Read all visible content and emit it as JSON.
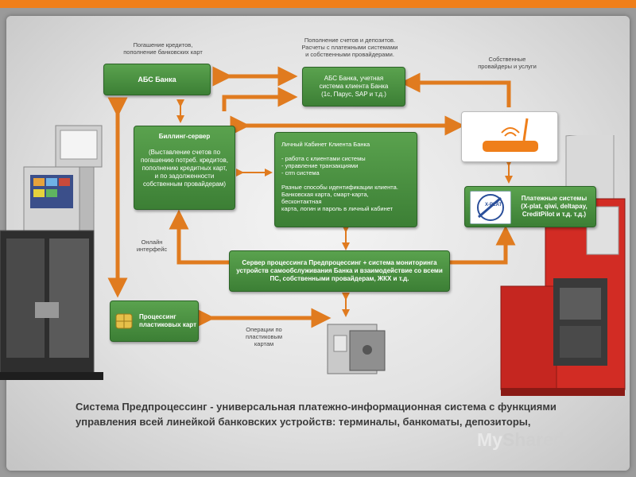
{
  "nodes": {
    "abs_bank": "АБС Банка",
    "abs_client": "АБС Банка, учетная\nсистема клиента Банка\n(1с, Парус, SAP и т.д.)",
    "billing_title": "Биллинг-сервер",
    "billing_body": "(Выставление счетов по\nпогашению потреб. кредитов,\nпополнению кредитных карт,\nи по задолженности\nсобственным провайдерам)",
    "cabinet": "Личный Кабинет Клиента Банка\n\n- работа с клиентами системы\n- управление транзакциями\n- crm система\n\nРазные способы идентификации клиента.\nБанковская карта, смарт-карта, бесконтактная\nкарта, логин и пароль в личный кабинет",
    "payment_systems": "Платежные системы\n(X-plat, qiwi, deltapay,\nCreditPilot и т.д. т.д.)",
    "processing_server": "Сервер процессинга Предпроцессинг + система мониторинга\nустройств самообслуживания Банка и взаимодействие со всеми\nПС, собственными провайдерам, ЖКХ и т.д.",
    "card_processing": "Процессинг\nпластиковых карт",
    "xplat_logo": "X-PLAT"
  },
  "captions": {
    "loan_repayment": "Погашение кредитов,\nпополнение банковских карт",
    "replenishment": "Пополнение счетов и депозитов.\nРасчеты с платежными системами\nи собственными провайдерами.",
    "own_providers": "Собственные\nпровайдеры и услуги",
    "online_interface": "Онлайн\nинтерфейс",
    "card_operations": "Операции по\nпластиковым\nкартам"
  },
  "footer": "Система Предпроцессинг - универсальная платежно-информационная система с функциями управления всей линейкой банковских устройств: терминалы, банкоматы, депозиторы,",
  "watermark": {
    "my": "My",
    "shared": "Shared"
  },
  "colors": {
    "arrow": "#e07b1f",
    "box": "#3f8a37",
    "accent_bar": "#ef7f1a"
  }
}
